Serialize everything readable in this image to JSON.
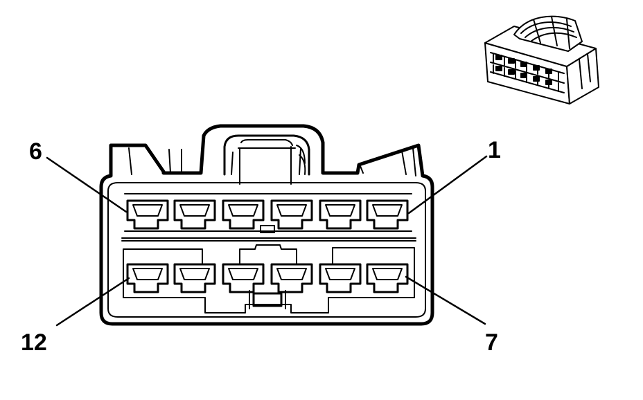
{
  "pin_labels": {
    "top_right": "1",
    "top_left": "6",
    "bottom_right": "7",
    "bottom_left": "12"
  },
  "colors": {
    "line": "#000000",
    "background": "#ffffff"
  }
}
